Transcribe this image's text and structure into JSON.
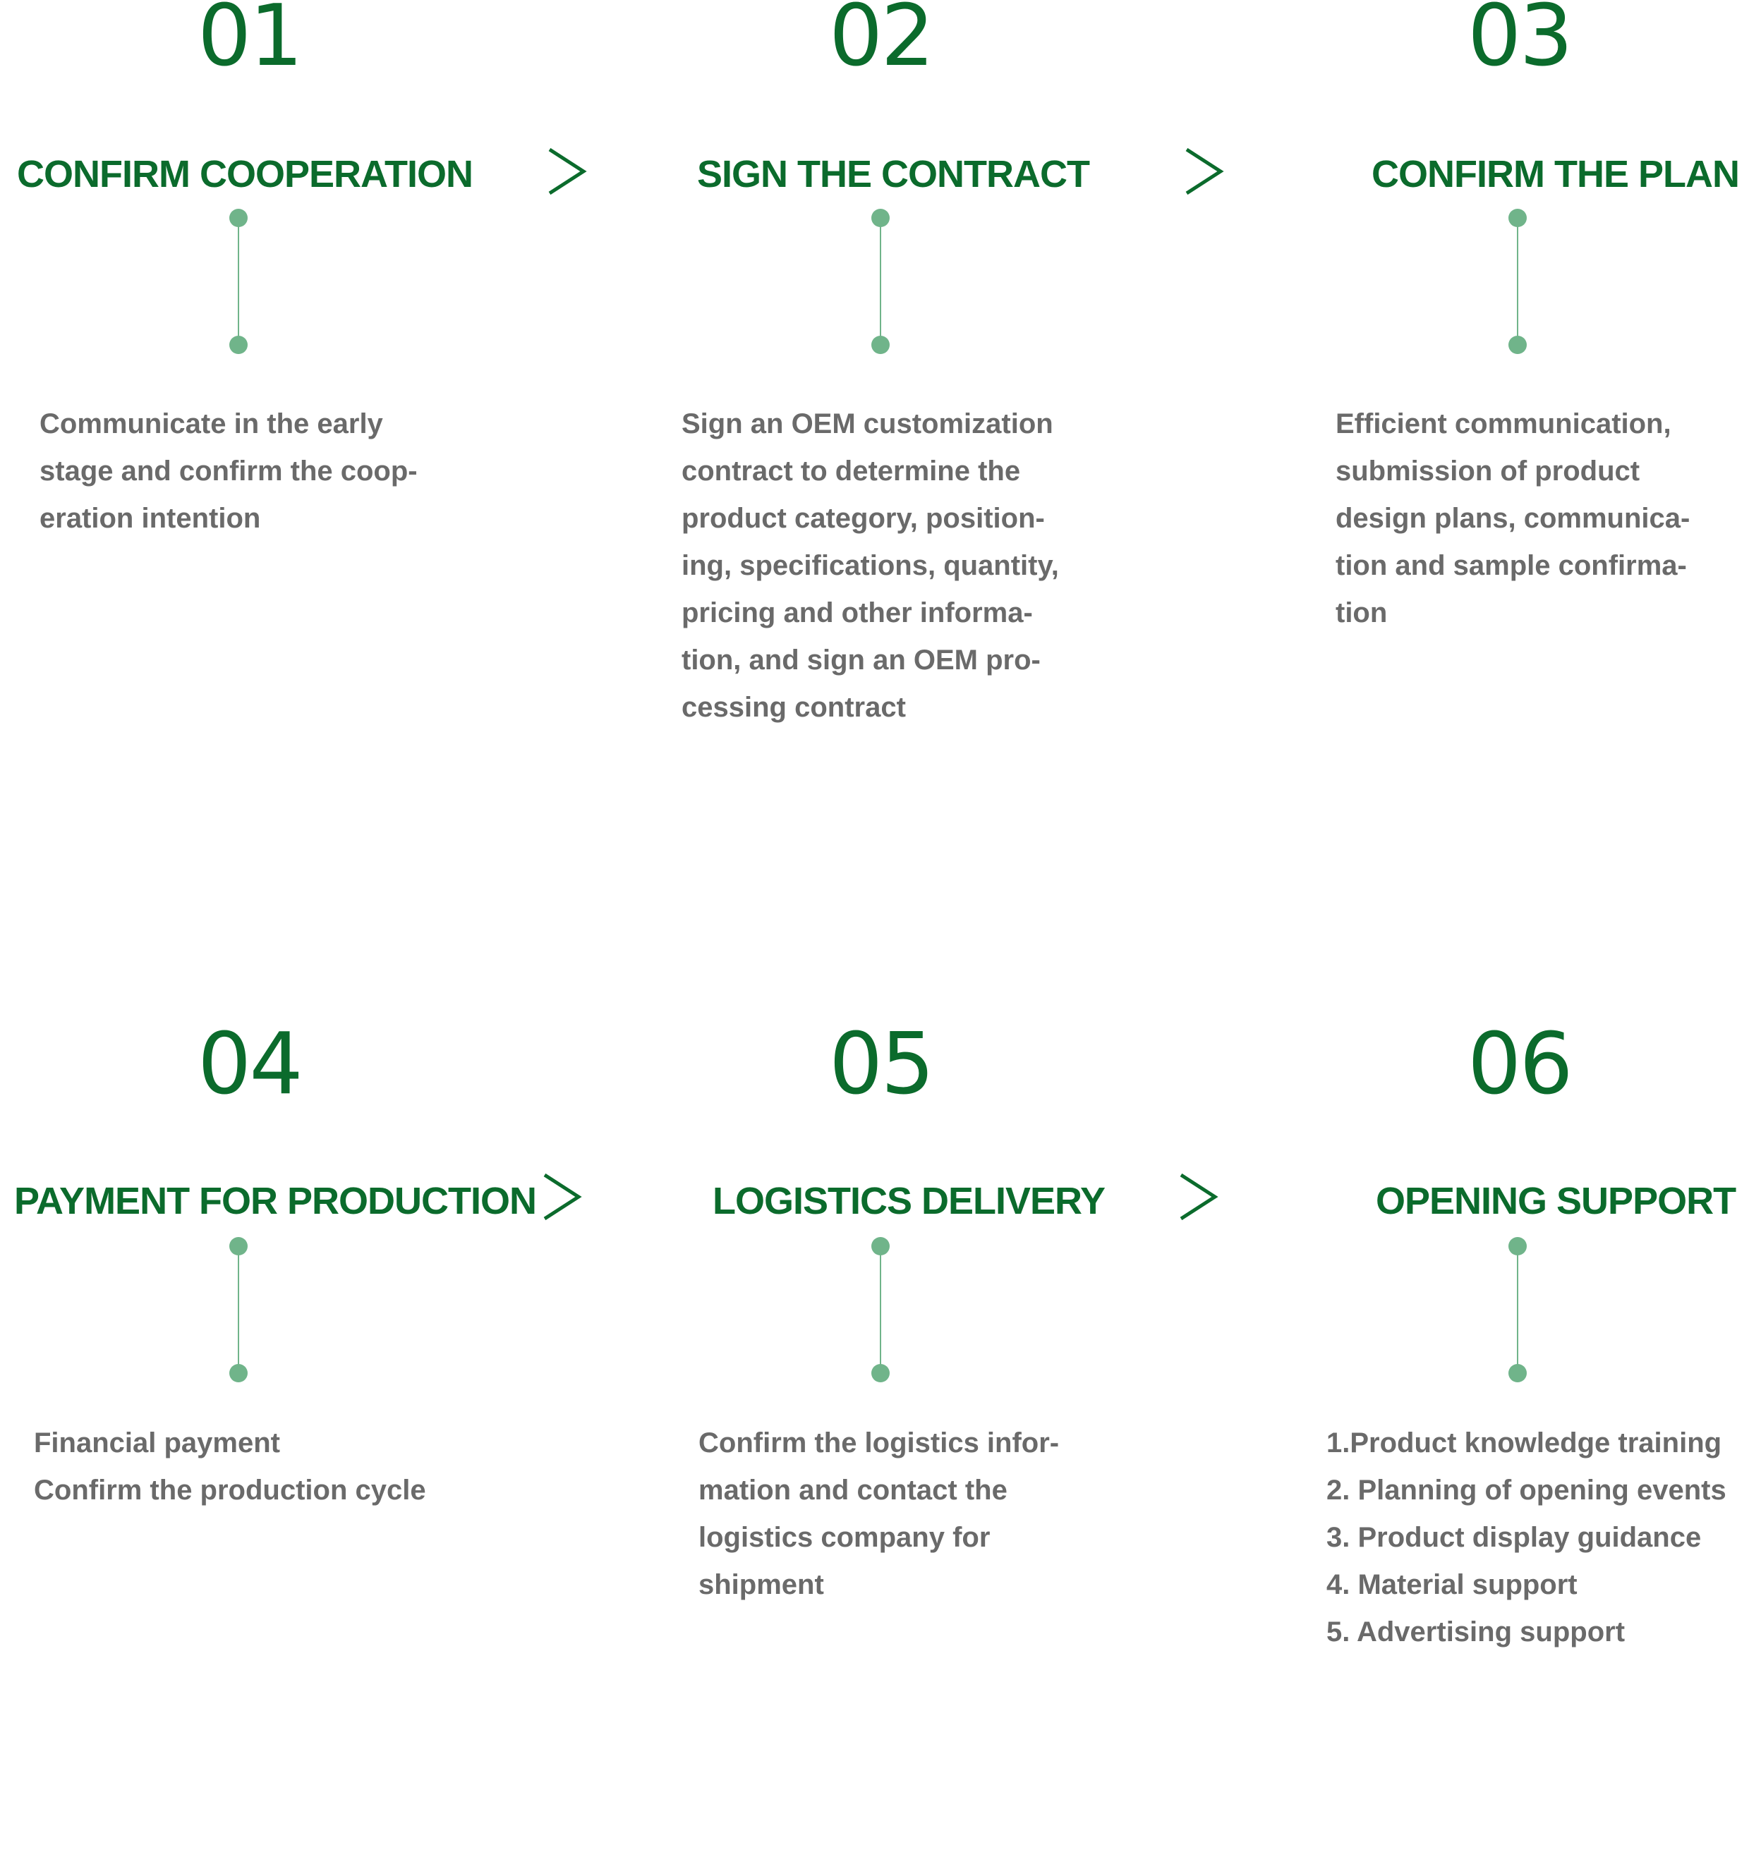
{
  "colors": {
    "accent": "#0b6b2c",
    "connector": "#70b48a",
    "text": "#6a6a6a"
  },
  "steps": [
    {
      "number": "01",
      "title": "CONFIRM COOPERATION",
      "description": [
        "Communicate in the early",
        "stage and confirm the coop-",
        "eration intention"
      ]
    },
    {
      "number": "02",
      "title": "SIGN THE CONTRACT",
      "description": [
        "Sign an OEM customization",
        "contract to determine the",
        "product category, position-",
        "ing, specifications, quantity,",
        "pricing and other informa-",
        "tion, and sign an OEM pro-",
        "cessing contract"
      ]
    },
    {
      "number": "03",
      "title": "CONFIRM THE PLAN",
      "description": [
        "Efficient communication,",
        "submission of product",
        "design plans, communica-",
        "tion and sample confirma-",
        "tion"
      ]
    },
    {
      "number": "04",
      "title": "PAYMENT FOR PRODUCTION",
      "description": [
        "Financial payment",
        "Confirm the production cycle"
      ]
    },
    {
      "number": "05",
      "title": "LOGISTICS DELIVERY",
      "description": [
        "Confirm the logistics infor-",
        "mation and contact the",
        "logistics company for",
        "shipment"
      ]
    },
    {
      "number": "06",
      "title": "OPENING SUPPORT",
      "description": [
        "1.Product knowledge training",
        "2. Planning of opening events",
        "3. Product display guidance",
        "4. Material support",
        "5. Advertising support"
      ]
    }
  ],
  "arrow_icon": "chevron-right-icon"
}
